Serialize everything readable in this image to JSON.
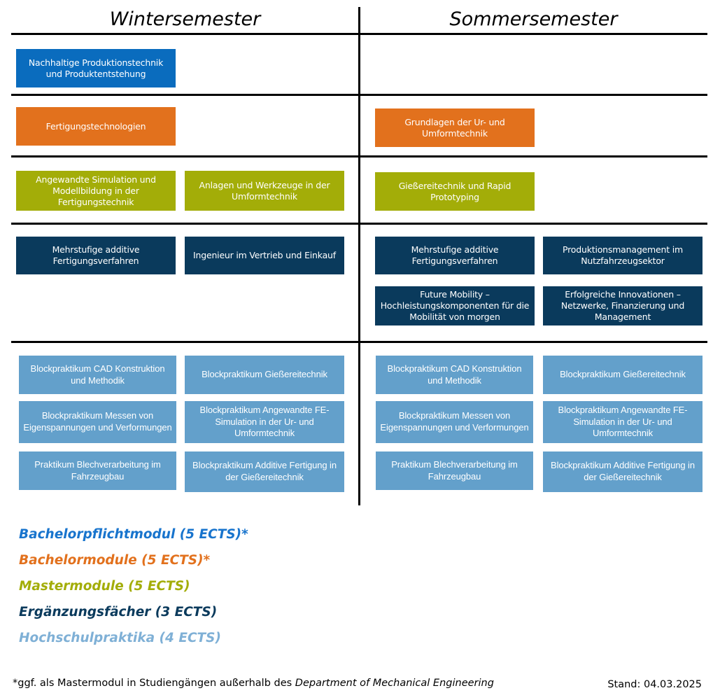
{
  "headings": {
    "winter": "Wintersemester",
    "sommer": "Sommersemester"
  },
  "colors": {
    "bachelorpflichtmodul": "#0A6CBE",
    "bachelormodule": "#E2711D",
    "mastermodule": "#A3AD08",
    "ergaenzungsfaecher": "#0A3A5C",
    "hochschulpraktika": "#63A0CB",
    "rule": "#000000",
    "background": "#FFFFFF"
  },
  "rows": [
    {
      "category": "bachelorpflichtmodul",
      "winter": [
        "Nachhaltige Produktionstechnik und Produktentstehung"
      ],
      "sommer": []
    },
    {
      "category": "bachelormodule",
      "winter": [
        "Fertigungstechnologien"
      ],
      "sommer": [
        "Grundlagen der Ur- und Umformtechnik"
      ]
    },
    {
      "category": "mastermodule",
      "winter": [
        "Angewandte Simulation und Modellbildung in der Fertigungstechnik",
        "Anlagen und Werkzeuge in der Umformtechnik"
      ],
      "sommer": [
        "Gießereitechnik und Rapid Prototyping"
      ]
    },
    {
      "category": "ergaenzungsfaecher",
      "winter": [
        "Mehrstufige additive Fertigungsverfahren",
        "Ingenieur im Vertrieb und Einkauf"
      ],
      "sommer": [
        "Mehrstufige additive Fertigungsverfahren",
        "Produktionsmanagement im Nutzfahrzeugsektor",
        "Future Mobility – Hochleistungskomponenten für die Mobilität von morgen",
        "Erfolgreiche Innovationen – Netzwerke, Finanzierung und Management"
      ]
    },
    {
      "category": "hochschulpraktika",
      "winter": [
        "Blockpraktikum CAD Konstruktion und Methodik",
        "Blockpraktikum Gießereitechnik",
        "Blockpraktikum Messen von Eigenspannungen und Verformungen",
        "Blockpraktikum Angewandte FE-Simulation in der Ur- und Umformtechnik",
        "Praktikum Blechverarbeitung im Fahrzeugbau",
        "Blockpraktikum Additive Fertigung in der Gießereitechnik"
      ],
      "sommer": [
        "Blockpraktikum CAD Konstruktion und Methodik",
        "Blockpraktikum Gießereitechnik",
        "Blockpraktikum Messen von Eigenspannungen und Verformungen",
        "Blockpraktikum Angewandte FE-Simulation in der Ur- und Umformtechnik",
        "Praktikum Blechverarbeitung im Fahrzeugbau",
        "Blockpraktikum Additive Fertigung in der Gießereitechnik"
      ]
    }
  ],
  "boxes": {
    "w_r1_c1": "Nachhaltige Produktionstechnik und Produktentstehung",
    "w_r2_c1": "Fertigungstechnologien",
    "s_r2_c1": "Grundlagen der Ur- und Umformtechnik",
    "w_r3_c1": "Angewandte Simulation und Modellbildung in der Fertigungstechnik",
    "w_r3_c2": "Anlagen und Werkzeuge in der Umformtechnik",
    "s_r3_c1": "Gießereitechnik und Rapid Prototyping",
    "w_r4_c1": "Mehrstufige additive Fertigungsverfahren",
    "w_r4_c2": "Ingenieur im Vertrieb und Einkauf",
    "s_r4_c1": "Mehrstufige additive Fertigungsverfahren",
    "s_r4_c2": "Produktionsmanagement im Nutzfahrzeugsektor",
    "s_r4_c3": "Future Mobility – Hochleistungskomponenten für die Mobilität von morgen",
    "s_r4_c4": "Erfolgreiche Innovationen – Netzwerke, Finanzierung und Management",
    "w_r5_a1": "Blockpraktikum CAD Konstruktion und Methodik",
    "w_r5_a2": "Blockpraktikum Gießereitechnik",
    "w_r5_b1": "Blockpraktikum Messen von Eigenspannungen und Verformungen",
    "w_r5_b2": "Blockpraktikum Angewandte FE-Simulation in der Ur- und Umformtechnik",
    "w_r5_c1": "Praktikum Blechverarbeitung im Fahrzeugbau",
    "w_r5_c2": "Blockpraktikum Additive Fertigung in der Gießereitechnik",
    "s_r5_a1": "Blockpraktikum CAD Konstruktion und Methodik",
    "s_r5_a2": "Blockpraktikum Gießereitechnik",
    "s_r5_b1": "Blockpraktikum Messen von Eigenspannungen und Verformungen",
    "s_r5_b2": "Blockpraktikum Angewandte FE-Simulation in der Ur- und Umformtechnik",
    "s_r5_c1": "Praktikum Blechverarbeitung im Fahrzeugbau",
    "s_r5_c2": "Blockpraktikum Additive Fertigung in der Gießereitechnik"
  },
  "legend": [
    {
      "label": "Bachelorpflichtmodul (5 ECTS)*",
      "color": "#1874CD"
    },
    {
      "label": "Bachelormodule (5 ECTS)*",
      "color": "#E2711D"
    },
    {
      "label": "Mastermodule (5 ECTS)",
      "color": "#A3AD08"
    },
    {
      "label": "Ergänzungsfächer (3 ECTS)",
      "color": "#0A3A5C"
    },
    {
      "label": "Hochschulpraktika (4 ECTS)",
      "color": "#7FB0D6"
    }
  ],
  "footer": {
    "footnote_plain": "*ggf. als Mastermodul in Studiengängen außerhalb des ",
    "footnote_italic": "Department of Mechanical Engineering",
    "stand": "Stand: 04.03.2025"
  }
}
